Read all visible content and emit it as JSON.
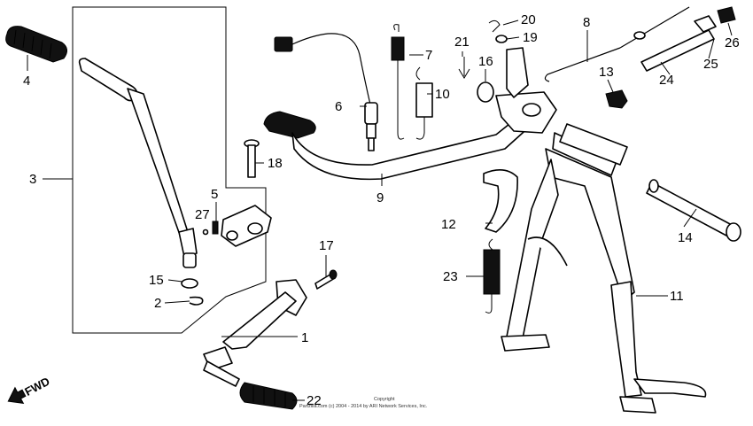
{
  "callouts": {
    "c1": "1",
    "c2": "2",
    "c3": "3",
    "c4": "4",
    "c5": "5",
    "c6": "6",
    "c7": "7",
    "c8": "8",
    "c9": "9",
    "c10": "10",
    "c11": "11",
    "c12": "12",
    "c13": "13",
    "c14": "14",
    "c15": "15",
    "c16": "16",
    "c17": "17",
    "c18": "18",
    "c19": "19",
    "c20": "20",
    "c21": "21",
    "c22": "22",
    "c23": "23",
    "c24": "24",
    "c25": "25",
    "c26": "26",
    "c27": "27"
  },
  "direction": {
    "label": "FWD"
  },
  "copyright": {
    "line1": "Copyright",
    "line2": "Partzilla.com  (c) 2004 - 2014 by ARI Network Services, Inc."
  }
}
